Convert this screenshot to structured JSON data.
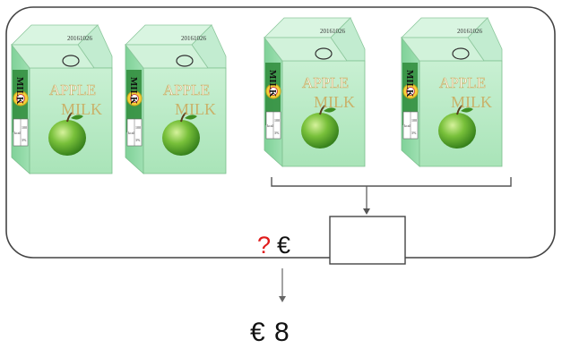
{
  "cartons": [
    {
      "date": "20161026",
      "side_text": "MILK",
      "front_line1": "APPLE",
      "front_line2": "MILK",
      "badge": "·.·",
      "table_left": "kcal",
      "table_right": "100",
      "table_right2": "3%"
    },
    {
      "date": "20161026",
      "side_text": "MILK",
      "front_line1": "APPLE",
      "front_line2": "MILK",
      "badge": "·.·",
      "table_left": "kcal",
      "table_right": "100",
      "table_right2": "3%"
    },
    {
      "date": "20161026",
      "side_text": "MILK",
      "front_line1": "APPLE",
      "front_line2": "MILK",
      "badge": "·.·",
      "table_left": "kcal",
      "table_right": "100",
      "table_right2": "3%"
    },
    {
      "date": "20161026",
      "side_text": "MILK",
      "front_line1": "APPLE",
      "front_line2": "MILK",
      "badge": "·.·",
      "table_left": "kcal",
      "table_right": "100",
      "table_right2": "3%"
    }
  ],
  "question": {
    "mark": "?",
    "currency": "€"
  },
  "total": {
    "currency": "€",
    "amount": "8"
  },
  "colors": {
    "carton_front": "#b7ebc4",
    "carton_side": "#8fdba4",
    "carton_top": "#d9f5e1",
    "side_stripe": "#2e8b3a",
    "text_gold": "#c9b26a",
    "question_red": "#e01b1b",
    "apple": "#4fa52a",
    "frame": "#444444"
  }
}
